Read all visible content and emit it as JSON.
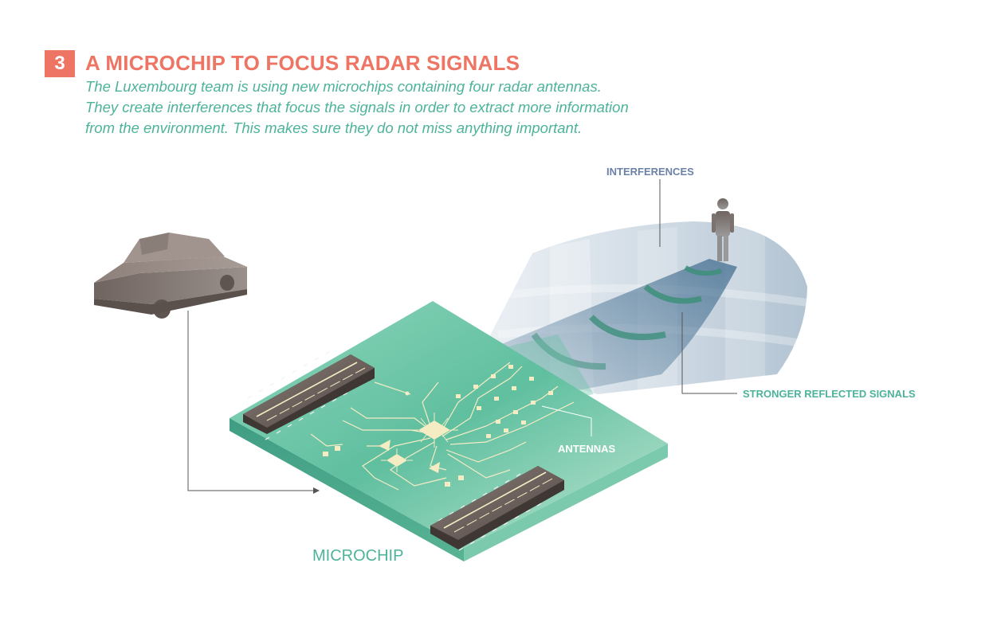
{
  "header": {
    "step_number": "3",
    "title": "A MICROCHIP TO FOCUS RADAR SIGNALS",
    "description_lines": [
      "The Luxembourg team is using new microchips containing four radar antennas.",
      "They create interferences that focus the signals in order to extract more information",
      "from the environment. This makes sure they do not miss anything important."
    ]
  },
  "labels": {
    "interferences": "INTERFERENCES",
    "stronger_signals": "STRONGER REFLECTED SIGNALS",
    "antennas": "ANTENNAS",
    "microchip": "MICROCHIP"
  },
  "colors": {
    "accent_red": "#ee7463",
    "teal_text": "#4db39a",
    "interference_label": "#6a81a8",
    "board_green": "#6cc4a6",
    "chip_brown": "#6b5f5a",
    "trace_cream": "#f5ecc4",
    "signal_blue": "#5f7ea3"
  }
}
